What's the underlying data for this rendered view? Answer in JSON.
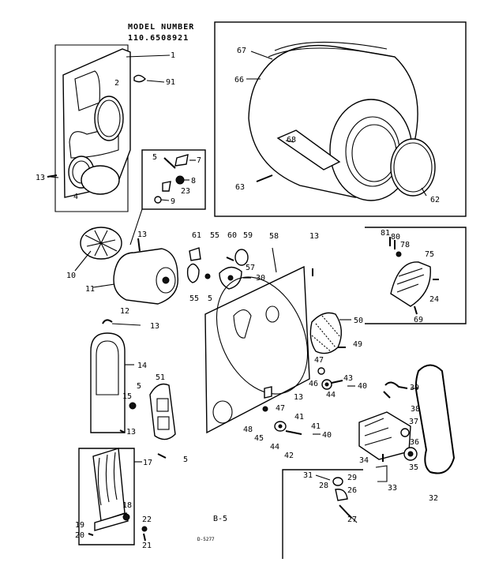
{
  "header": {
    "title": "MODEL NUMBER",
    "model": "110.6508921"
  },
  "footer": {
    "page_code": "B-5",
    "drawing_code": "D-5277"
  },
  "callouts": {
    "c1": "1",
    "c2": "2",
    "c91": "91",
    "c13a": "13",
    "c4": "4",
    "c5a": "5",
    "c7": "7",
    "c8": "8",
    "c23": "23",
    "c9": "9",
    "c67": "67",
    "c66": "66",
    "c68": "68",
    "c63": "63",
    "c62": "62",
    "c13b": "13",
    "c10": "10",
    "c11": "11",
    "c61": "61",
    "c55a": "55",
    "c60": "60",
    "c59": "59",
    "c58": "58",
    "c13c": "13",
    "c57": "57",
    "c30": "30",
    "c55b": "55",
    "c5b": "5",
    "c81": "81",
    "c80": "80",
    "c78": "78",
    "c75": "75",
    "c24": "24",
    "c69": "69",
    "c12": "12",
    "c13d": "13",
    "c14": "14",
    "c15": "15",
    "c5c": "5",
    "c51": "51",
    "c13e": "13",
    "c5d": "5",
    "c50": "50",
    "c49": "49",
    "c47a": "47",
    "c43": "43",
    "c46": "46",
    "c44a": "44",
    "c40a": "40",
    "c13f": "13",
    "c48": "48",
    "c47b": "47",
    "c41a": "41",
    "c45": "45",
    "c44b": "44",
    "c42": "42",
    "c41b": "41",
    "c40b": "40",
    "c39": "39",
    "c38": "38",
    "c37": "37",
    "c36": "36",
    "c34": "34",
    "c35": "35",
    "c33": "33",
    "c32": "32",
    "c31": "31",
    "c28": "28",
    "c29": "29",
    "c26": "26",
    "c27": "27",
    "c17": "17",
    "c18": "18",
    "c19": "19",
    "c20": "20",
    "c22": "22",
    "c21": "21"
  }
}
